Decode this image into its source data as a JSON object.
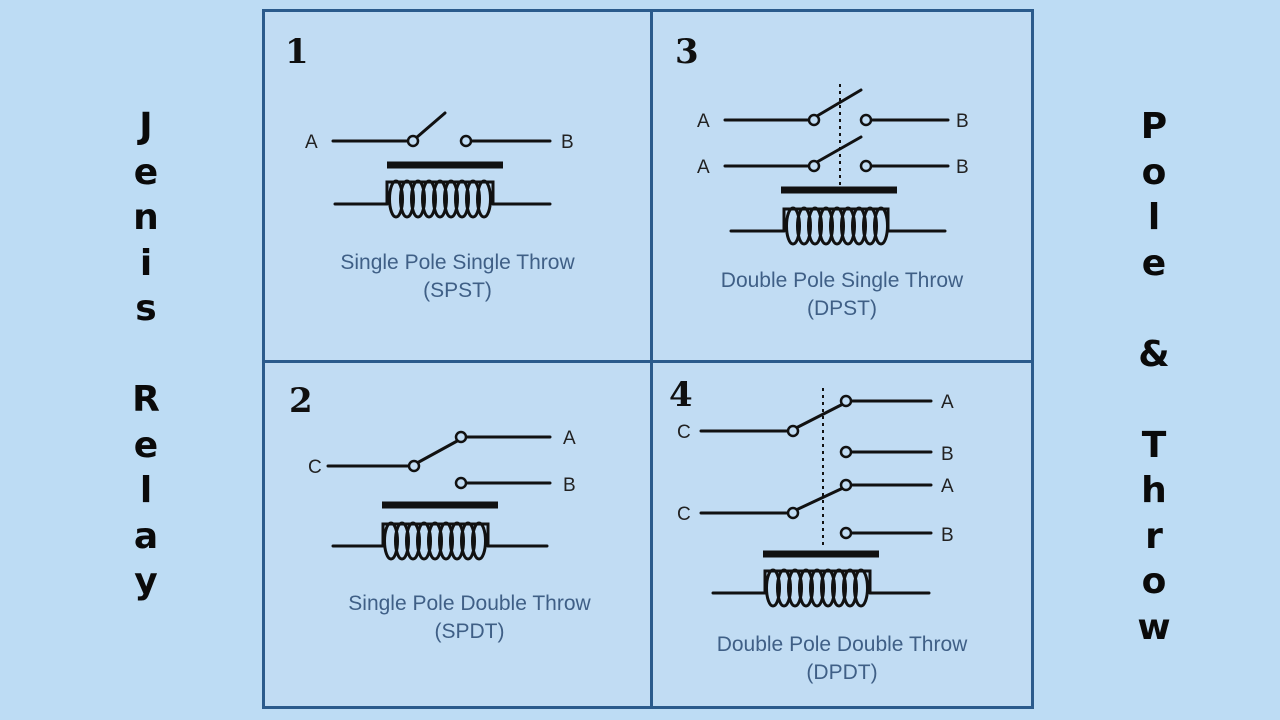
{
  "side_titles": {
    "left": [
      [
        "J",
        "e",
        "n",
        "i",
        "s"
      ],
      [
        "R",
        "e",
        "l",
        "a",
        "y"
      ]
    ],
    "right": [
      [
        "P",
        "o",
        "l",
        "e"
      ],
      [
        "&"
      ],
      [
        "T",
        "h",
        "r",
        "o",
        "w"
      ]
    ]
  },
  "panels": [
    {
      "id": "1",
      "number": "1",
      "caption_line1": "Single Pole Single Throw",
      "caption_line2": "(SPST)",
      "terminals": [
        "A",
        "B"
      ]
    },
    {
      "id": "3",
      "number": "3",
      "caption_line1": "Double Pole Single Throw",
      "caption_line2": "(DPST)",
      "terminals": [
        "A",
        "B",
        "A",
        "B"
      ]
    },
    {
      "id": "2",
      "number": "2",
      "caption_line1": "Single Pole Double Throw",
      "caption_line2": "(SPDT)",
      "terminals": [
        "A",
        "C",
        "B"
      ]
    },
    {
      "id": "4",
      "number": "4",
      "caption_line1": "Double Pole Double Throw",
      "caption_line2": "(DPDT)",
      "terminals": [
        "A",
        "C",
        "B",
        "A",
        "C",
        "B"
      ]
    }
  ],
  "colors": {
    "background": "#bddcf4",
    "grid_border": "#2b5b8c",
    "caption_text": "#3f5f86",
    "line": "#111111"
  }
}
